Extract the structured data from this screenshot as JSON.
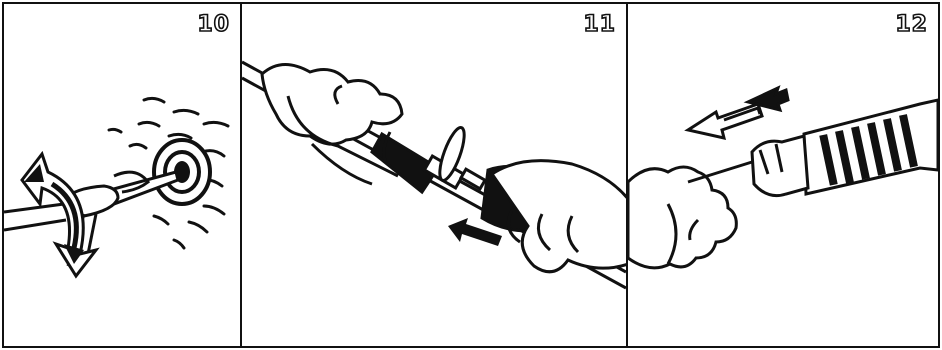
{
  "panels": [
    {
      "number": "10",
      "icons": [
        "knob-icon",
        "screwdriver-icon",
        "rotate-arrow-icon"
      ]
    },
    {
      "number": "11",
      "icons": [
        "hand-icon",
        "brush-holder-icon",
        "left-arrow-icon"
      ]
    },
    {
      "number": "12",
      "icons": [
        "hand-icon",
        "armature-icon",
        "double-arrow-icon"
      ]
    }
  ]
}
